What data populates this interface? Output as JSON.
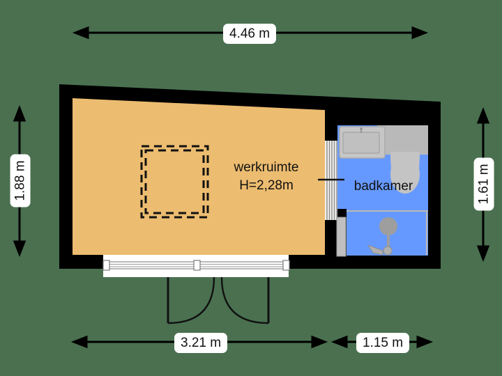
{
  "plan": {
    "type": "floorplan",
    "background_color": "#4a7050",
    "wall_color": "#000000",
    "rooms": [
      {
        "name": "werkruimte",
        "label": "werkruimte",
        "height_label": "H=2,28m",
        "floor_color": "#ecbc70"
      },
      {
        "name": "badkamer",
        "label": "badkamer",
        "floor_color": "#6699ff"
      }
    ],
    "dimensions": {
      "top": "4.46 m",
      "left": "1.88 m",
      "right": "1.61 m",
      "bottom_left": "3.21 m",
      "bottom_right": "1.15 m"
    },
    "fixtures": [
      {
        "name": "washbasin",
        "color": "#c4c4c4"
      },
      {
        "name": "toilet",
        "color": "#c4c4c4"
      },
      {
        "name": "cistern",
        "color": "#b8b8b8"
      },
      {
        "name": "shower-head",
        "color": "#9e9e9e"
      }
    ],
    "openings": [
      {
        "name": "double-door",
        "kind": "double-swing-door"
      },
      {
        "name": "bathroom-glass-door",
        "kind": "sliding-glass"
      },
      {
        "name": "interior-door-leaf",
        "kind": "door-leaf"
      }
    ],
    "annotations": [
      {
        "name": "skylight-dashed-outline",
        "style": "dashed"
      }
    ]
  }
}
